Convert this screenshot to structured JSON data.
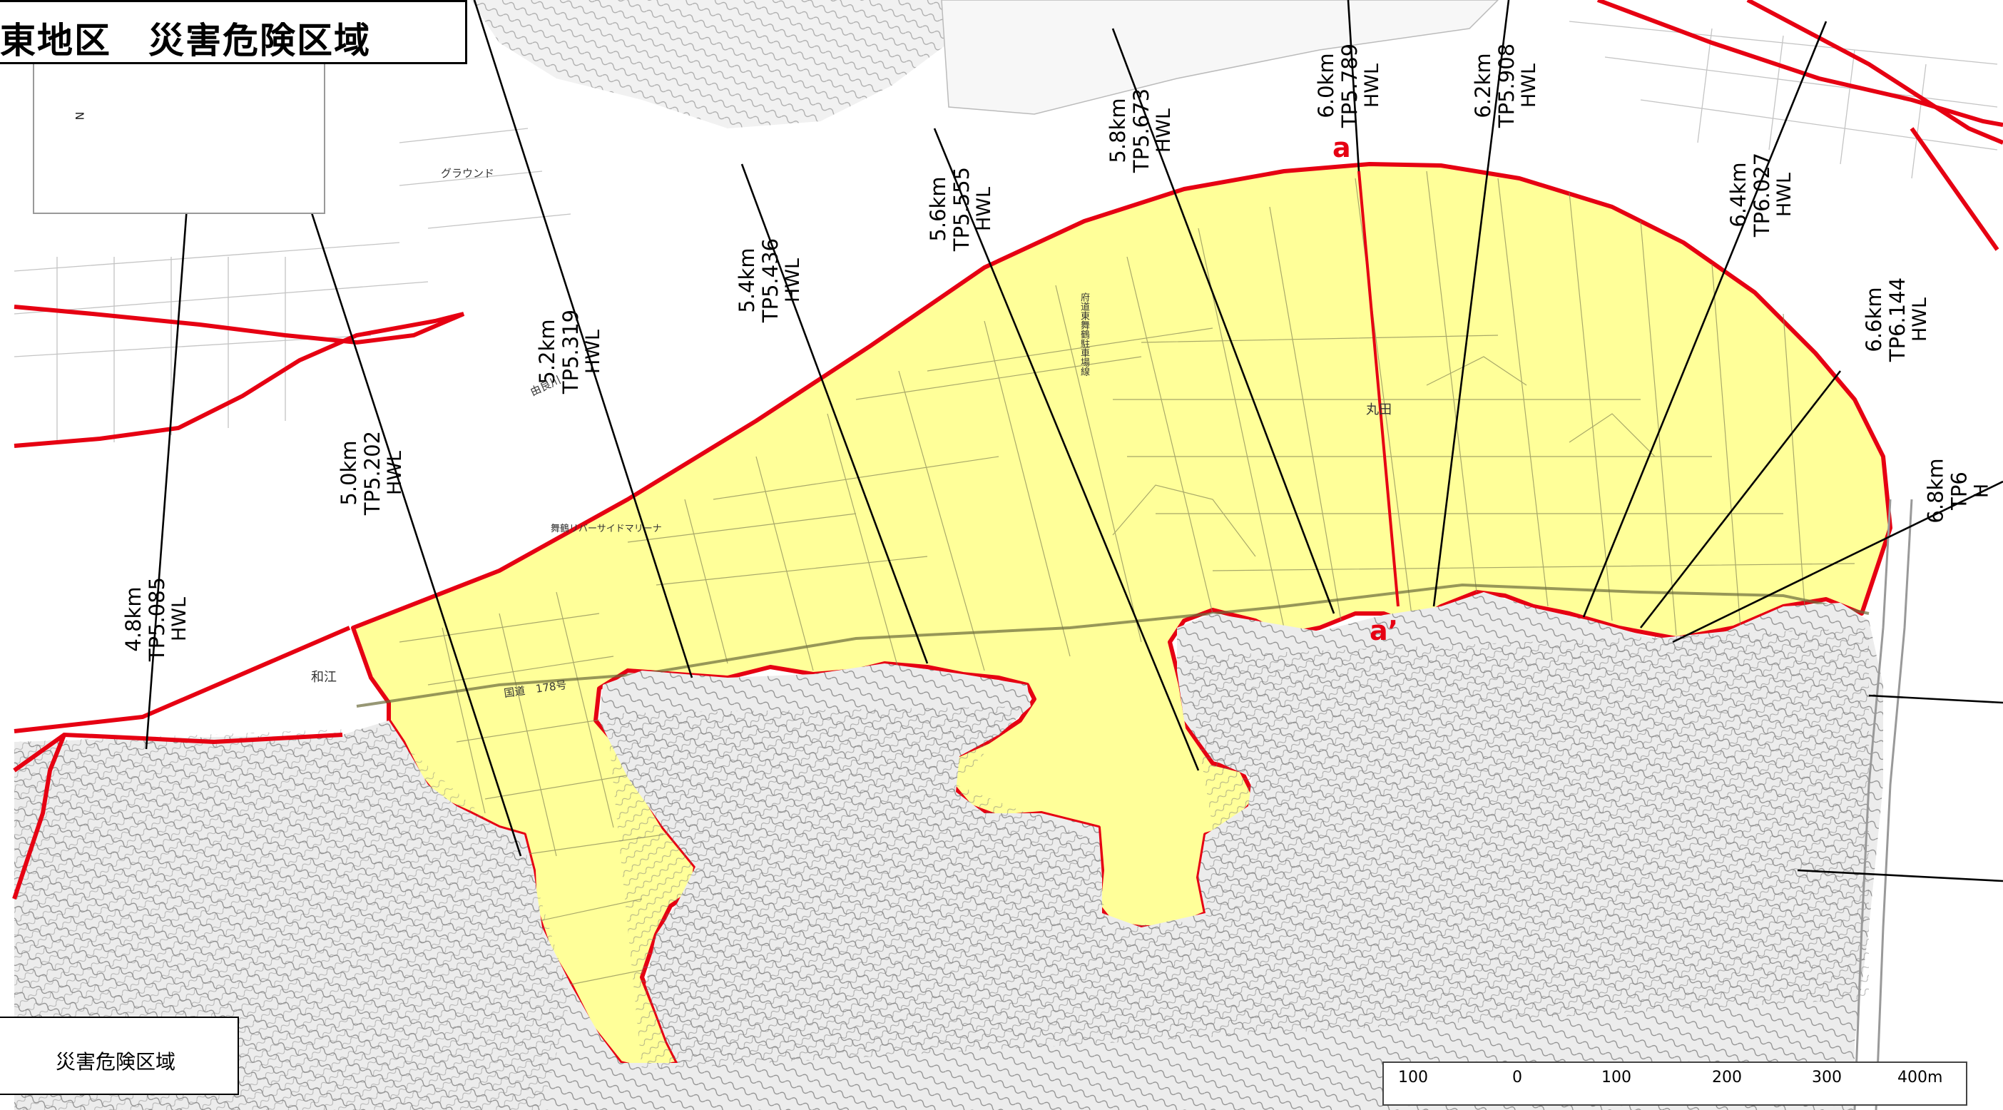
{
  "map": {
    "title": "田東地区　災害危険区域",
    "north_label": "N",
    "legend": {
      "label": "災害危険区域",
      "swatch_fill": "#ffff99",
      "swatch_stroke": "#e60012"
    },
    "scale": {
      "labels": [
        "100",
        "0",
        "100",
        "200",
        "300",
        "400m"
      ]
    },
    "colors": {
      "hazard_fill": "#ffff99",
      "hazard_outline": "#e60012",
      "section_line": "#000000",
      "mountain_fill": "#e8e8e8"
    },
    "sections": [
      {
        "km": "4.8km",
        "tp": "TP5.085",
        "hwl": "HWL"
      },
      {
        "km": "5.0km",
        "tp": "TP5.202",
        "hwl": "HWL"
      },
      {
        "km": "5.2km",
        "tp": "TP5.319",
        "hwl": "HWL"
      },
      {
        "km": "5.4km",
        "tp": "TP5.436",
        "hwl": "HWL"
      },
      {
        "km": "5.6km",
        "tp": "TP5.555",
        "hwl": "HWL"
      },
      {
        "km": "5.8km",
        "tp": "TP5.673",
        "hwl": "HWL"
      },
      {
        "km": "6.0km",
        "tp": "TP5.789",
        "hwl": "HWL"
      },
      {
        "km": "6.2km",
        "tp": "TP5.908",
        "hwl": "HWL"
      },
      {
        "km": "6.4km",
        "tp": "TP6.027",
        "hwl": "HWL"
      },
      {
        "km": "6.6km",
        "tp": "TP6.144",
        "hwl": "HWL"
      },
      {
        "km": "6.8km",
        "tp": "TP6",
        "hwl": "H"
      }
    ],
    "points": {
      "a": "a",
      "a_prime": "a’"
    },
    "places": {
      "wae": "和江",
      "marutа": "丸田",
      "ground": "グラウンド",
      "route": "国道　178号",
      "river": "由良川",
      "marina": "舞鶴リバーサイドマリーナ",
      "parking": "府道東舞鶴駐車場線"
    }
  }
}
